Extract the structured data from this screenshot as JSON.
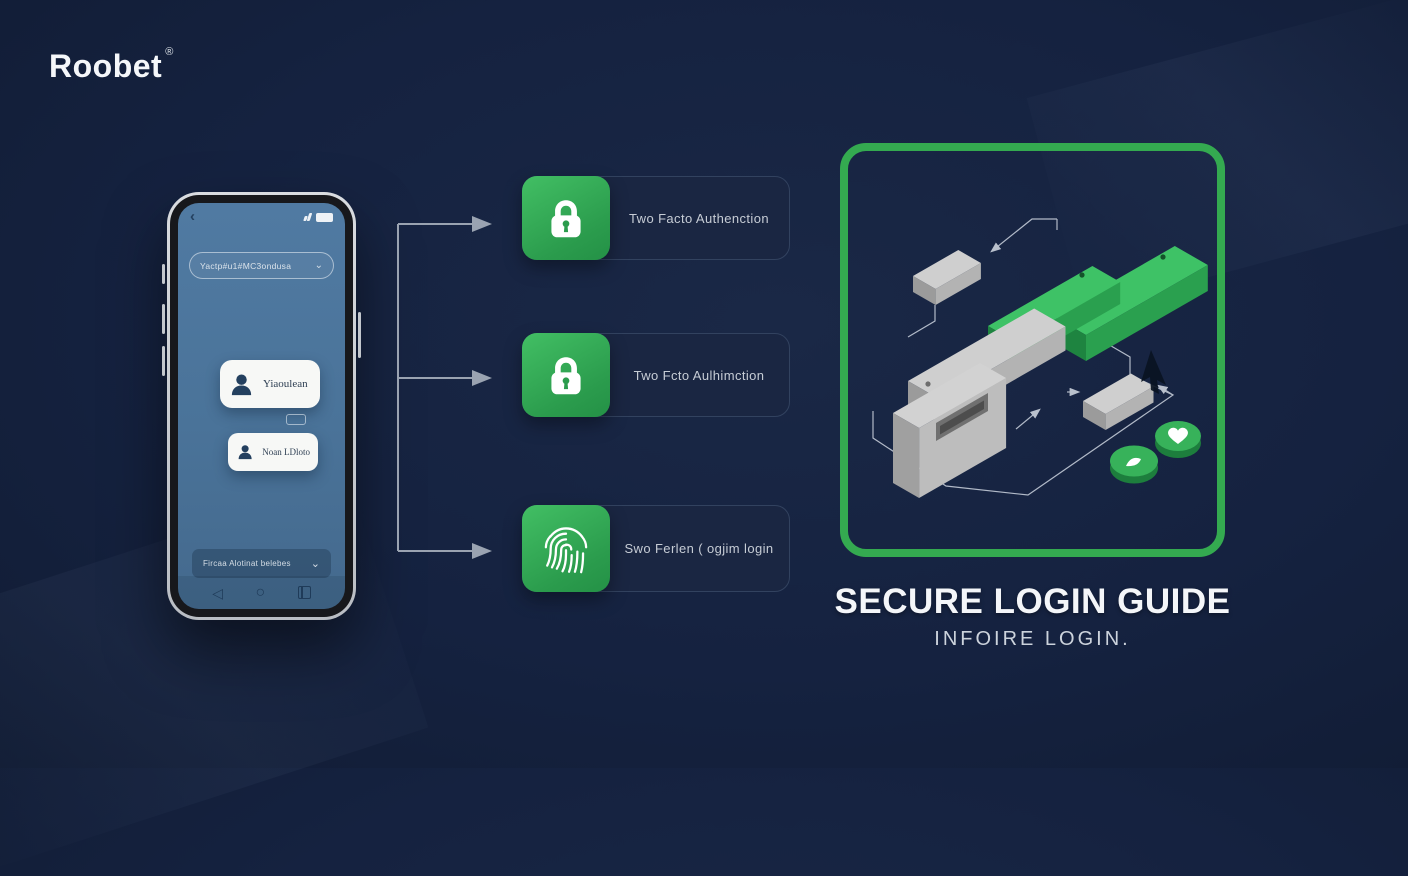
{
  "colors": {
    "background": "#152240",
    "accent_green": "#34aa50",
    "screen_blue": "#4a7399",
    "card_bg": "#1a2642",
    "text_light": "#c6ccd5"
  },
  "logo": {
    "text": "Roobet",
    "mark": "®"
  },
  "phone": {
    "status": {
      "back_icon": "‹"
    },
    "search": {
      "value": "Yactp#u1#MC3ondusa",
      "icon": "⌄"
    },
    "users": [
      {
        "label": "Yiaoulean"
      },
      {
        "label": "Noan LDloto"
      }
    ],
    "dropdown": {
      "value": "Fircaa Alotinat belebes",
      "icon": "⌄"
    },
    "nav": {
      "back_icon": "◁",
      "home_icon": "○"
    }
  },
  "features": [
    {
      "icon": "lock-icon",
      "label": "Two Facto Authenction"
    },
    {
      "icon": "lock-icon",
      "label": "Two Fcto Aulhimction"
    },
    {
      "icon": "fingerprint-icon",
      "label": "Swo Ferlen ( ogjim login"
    }
  ],
  "panel": {
    "title": "SECURE LOGIN GUIDE",
    "subtitle": "INFOIRE LOGIN."
  }
}
